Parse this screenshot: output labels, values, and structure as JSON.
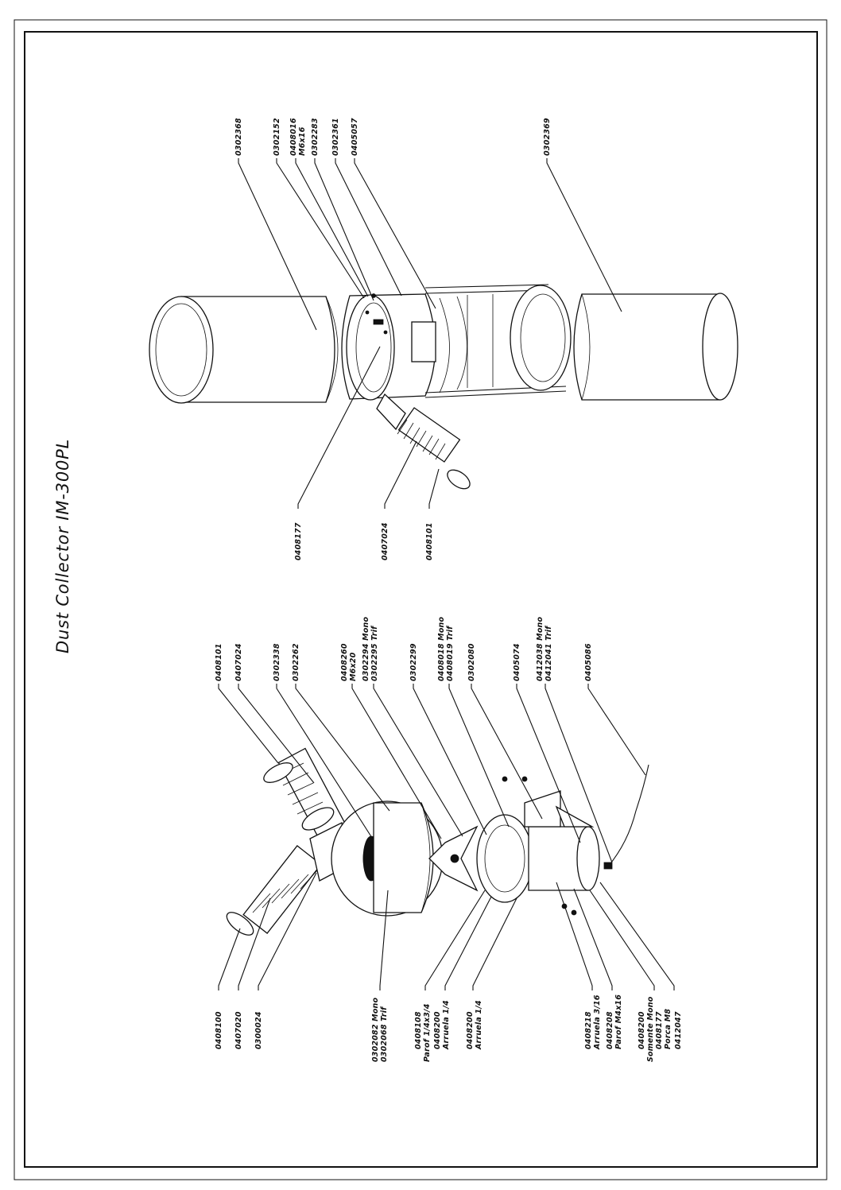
{
  "title": "Dust Collector IM-300PL",
  "colors": {
    "ink": "#111111",
    "paper": "#ffffff"
  },
  "assembled_labels": [
    "0302368",
    "0302152",
    "0408016",
    "M6x16",
    "0302283",
    "0302361",
    "0405057",
    "0302369",
    "0408177",
    "0407024",
    "0408101"
  ],
  "exploded_top_labels": [
    "0408101",
    "0407024",
    "0302338",
    "0302262",
    "0408260",
    "M6x20",
    "0302294 Mono",
    "0302295 Trif",
    "0302299",
    "0408018 Mono",
    "0408019 Trif",
    "0302080",
    "0405074",
    "0412038 Mono",
    "0412041 Trif",
    "0405086"
  ],
  "exploded_bottom_labels": [
    "0408100",
    "0407020",
    "0300024",
    "0302082 Mono",
    "0302068 Trif",
    "0408108",
    "Parof 1/4x3/4",
    "0408200",
    "Arruela 1/4",
    "0408200",
    "Arruela 1/4",
    "0408218",
    "Arruela 3/16",
    "0408208",
    "Parof M4x16",
    "0408200",
    "Somente Mono",
    "0408177",
    "Porca M8",
    "0412047"
  ]
}
